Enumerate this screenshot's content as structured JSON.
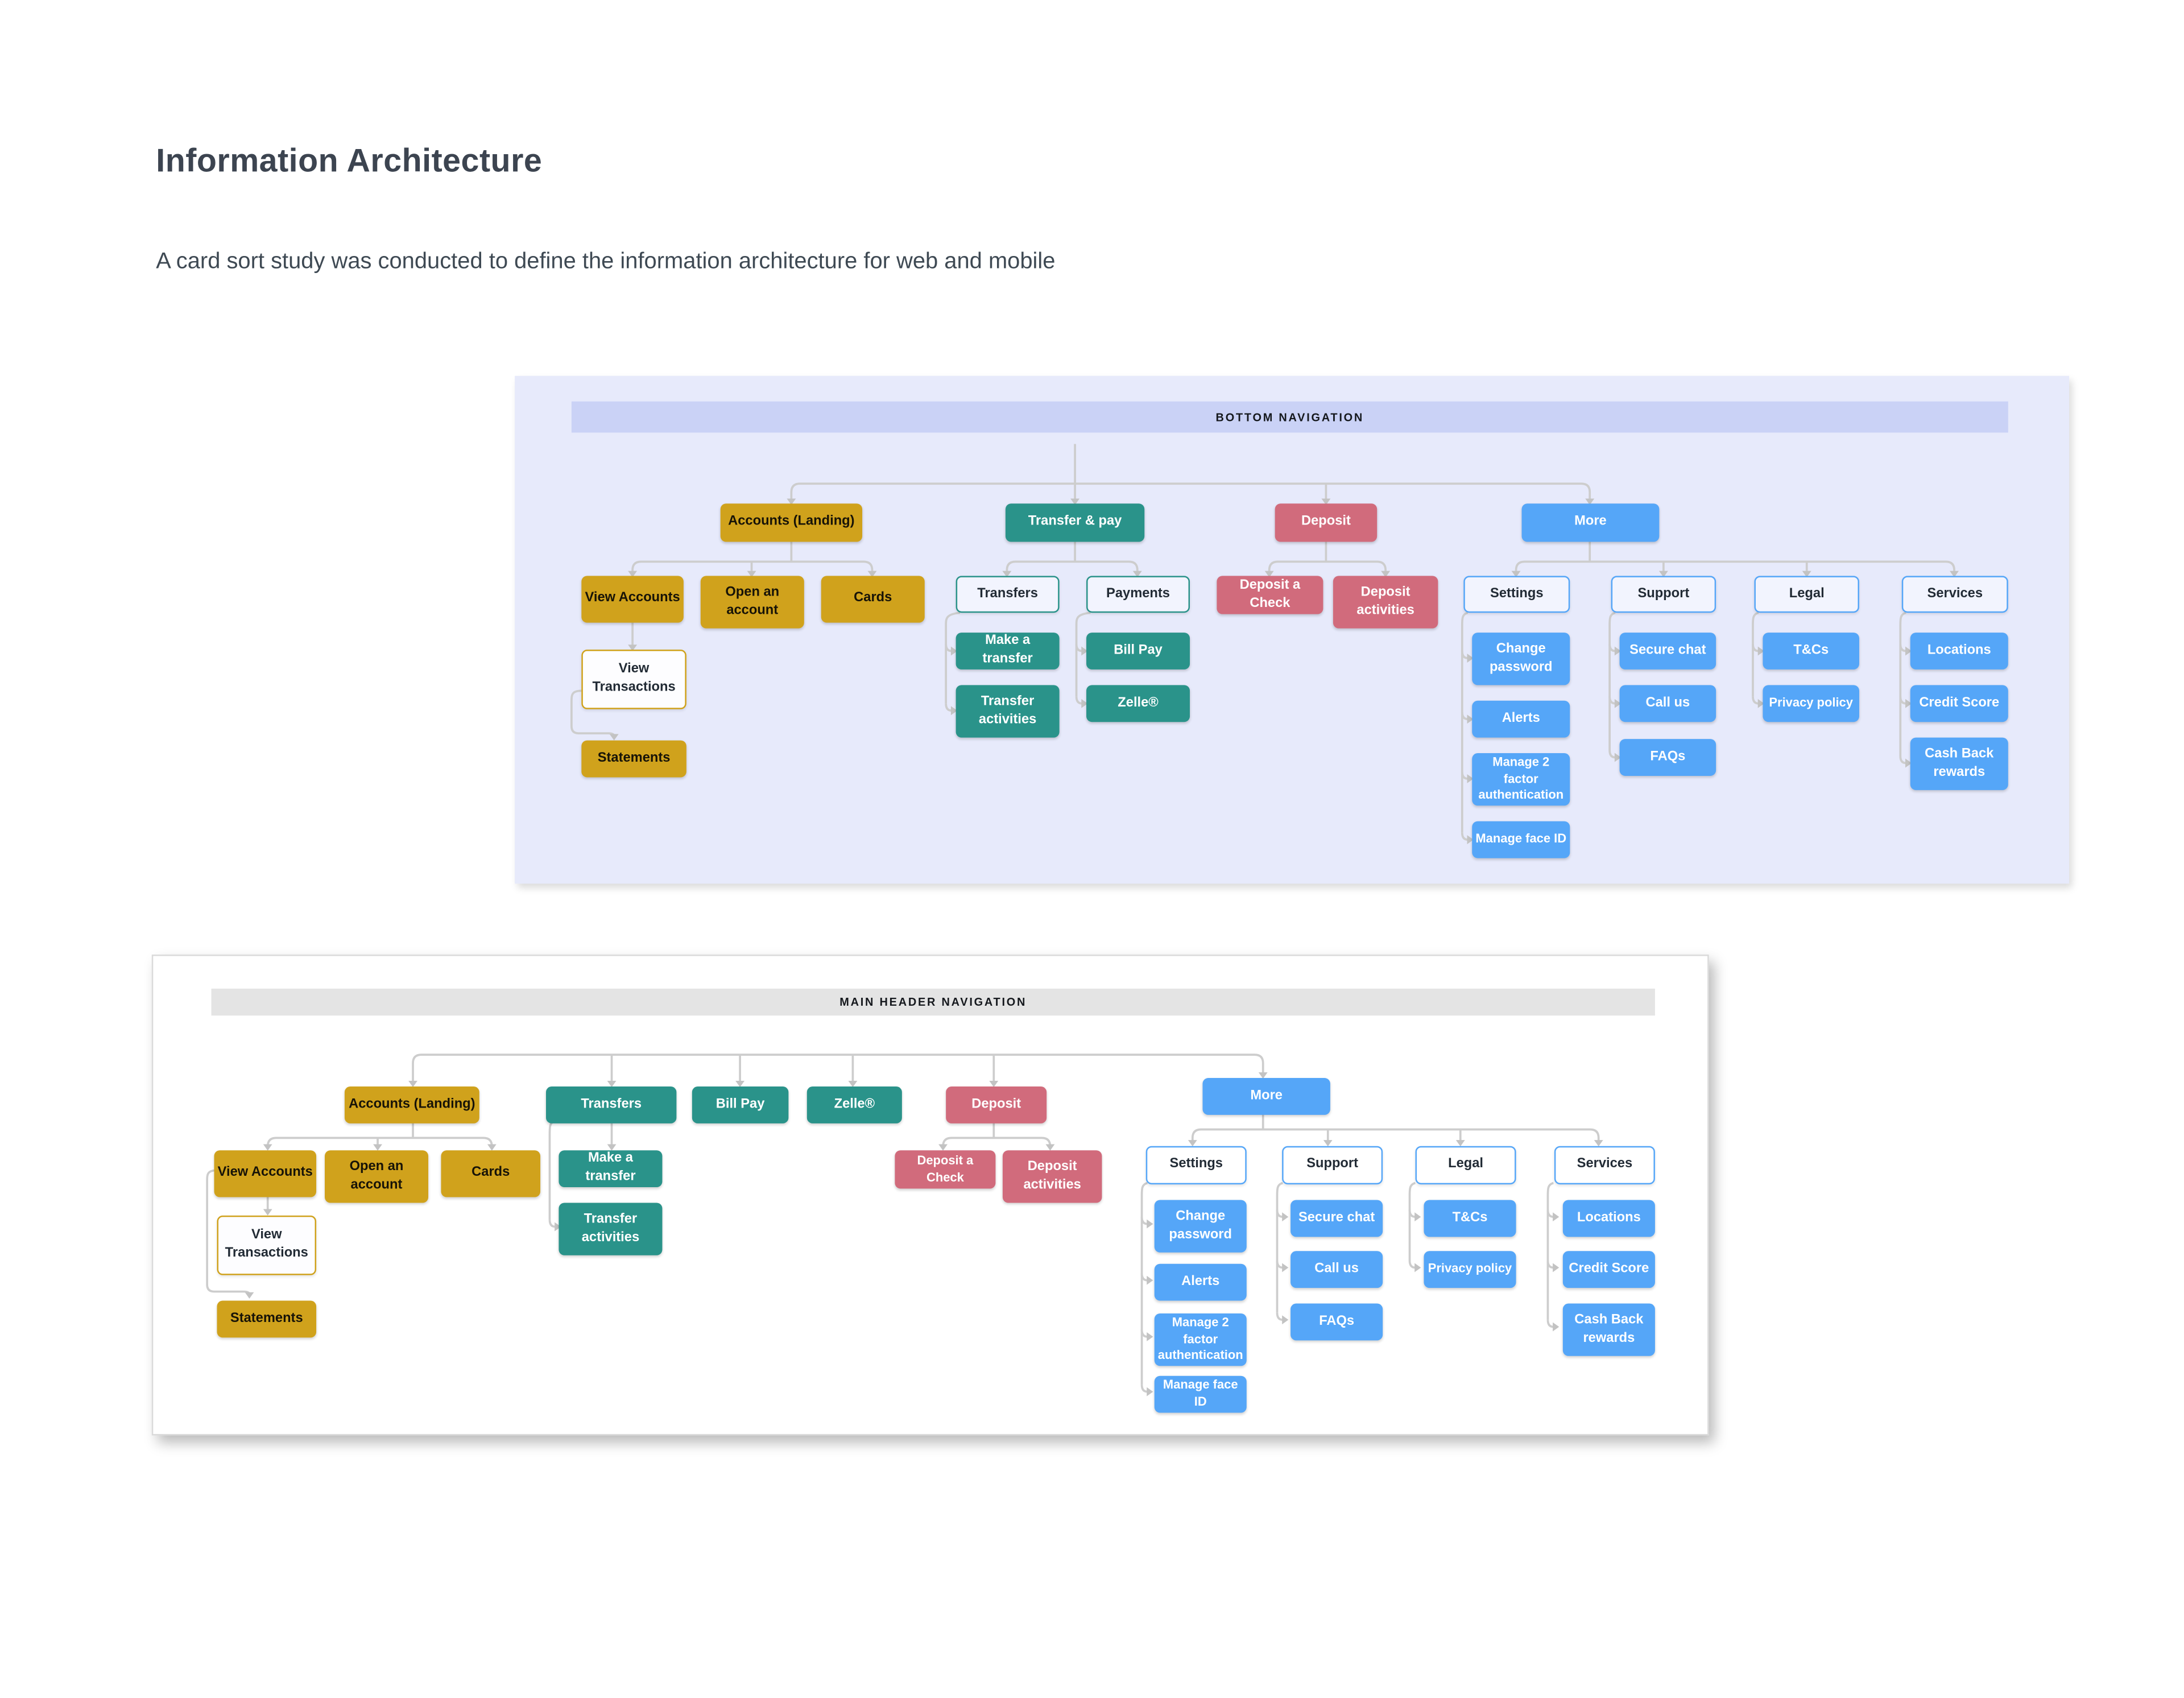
{
  "page": {
    "title": "Information Architecture",
    "subtitle": "A card sort study was conducted to define the information architecture for web and mobile"
  },
  "colors": {
    "gold": "#D0A21C",
    "teal": "#2A938A",
    "rose": "#D16B7C",
    "blue": "#55A6F8",
    "panel1_bg": "#E7EAFB",
    "panel1_header_bg": "#CAD2F6",
    "panel2_header_bg": "#E4E4E4",
    "connector_line": "#CDCDCD",
    "connector_arrow": "#C3C3C3"
  },
  "diagram1": {
    "header": "BOTTOM NAVIGATION",
    "nodes": {
      "accounts": {
        "label": "Accounts (Landing)"
      },
      "transfer_pay": {
        "label": "Transfer & pay"
      },
      "deposit": {
        "label": "Deposit"
      },
      "more": {
        "label": "More"
      },
      "view_accounts": {
        "label": "View Accounts"
      },
      "open_account": {
        "label": "Open an\naccount"
      },
      "cards": {
        "label": "Cards"
      },
      "transfers": {
        "label": "Transfers"
      },
      "payments": {
        "label": "Payments"
      },
      "deposit_check": {
        "label": "Deposit a Check"
      },
      "deposit_activities": {
        "label": "Deposit\nactivities"
      },
      "settings": {
        "label": "Settings"
      },
      "support": {
        "label": "Support"
      },
      "legal": {
        "label": "Legal"
      },
      "services": {
        "label": "Services"
      },
      "view_transactions": {
        "label": "View\nTransactions"
      },
      "statements": {
        "label": "Statements"
      },
      "make_transfer": {
        "label": "Make a transfer"
      },
      "transfer_activities": {
        "label": "Transfer\nactivities"
      },
      "bill_pay": {
        "label": "Bill Pay"
      },
      "zelle": {
        "label": "Zelle®"
      },
      "change_password": {
        "label": "Change\npassword"
      },
      "alerts": {
        "label": "Alerts"
      },
      "manage_2fa": {
        "label": "Manage 2 factor\nauthentication"
      },
      "manage_face_id": {
        "label": "Manage face ID"
      },
      "secure_chat": {
        "label": "Secure chat"
      },
      "call_us": {
        "label": "Call us"
      },
      "faqs": {
        "label": "FAQs"
      },
      "tcs": {
        "label": "T&Cs"
      },
      "privacy_policy": {
        "label": "Privacy policy"
      },
      "locations": {
        "label": "Locations"
      },
      "credit_score": {
        "label": "Credit Score"
      },
      "cashback": {
        "label": "Cash Back\nrewards"
      }
    }
  },
  "diagram2": {
    "header": "MAIN HEADER NAVIGATION",
    "nodes": {
      "accounts": {
        "label": "Accounts (Landing)"
      },
      "transfers": {
        "label": "Transfers"
      },
      "bill_pay": {
        "label": "Bill Pay"
      },
      "zelle": {
        "label": "Zelle®"
      },
      "deposit": {
        "label": "Deposit"
      },
      "more": {
        "label": "More"
      },
      "view_accounts": {
        "label": "View Accounts"
      },
      "open_account": {
        "label": "Open an\naccount"
      },
      "cards": {
        "label": "Cards"
      },
      "make_transfer": {
        "label": "Make a transfer"
      },
      "transfer_activities": {
        "label": "Transfer\nactivities"
      },
      "deposit_check": {
        "label": "Deposit a Check"
      },
      "deposit_activities": {
        "label": "Deposit\nactivities"
      },
      "settings": {
        "label": "Settings"
      },
      "support": {
        "label": "Support"
      },
      "legal": {
        "label": "Legal"
      },
      "services": {
        "label": "Services"
      },
      "view_transactions": {
        "label": "View\nTransactions"
      },
      "statements": {
        "label": "Statements"
      },
      "change_password": {
        "label": "Change\npassword"
      },
      "alerts": {
        "label": "Alerts"
      },
      "manage_2fa": {
        "label": "Manage 2 factor\nauthentication"
      },
      "manage_face_id": {
        "label": "Manage face ID"
      },
      "secure_chat": {
        "label": "Secure chat"
      },
      "call_us": {
        "label": "Call us"
      },
      "faqs": {
        "label": "FAQs"
      },
      "tcs": {
        "label": "T&Cs"
      },
      "privacy_policy": {
        "label": "Privacy policy"
      },
      "locations": {
        "label": "Locations"
      },
      "credit_score": {
        "label": "Credit Score"
      },
      "cashback": {
        "label": "Cash Back\nrewards"
      }
    }
  }
}
